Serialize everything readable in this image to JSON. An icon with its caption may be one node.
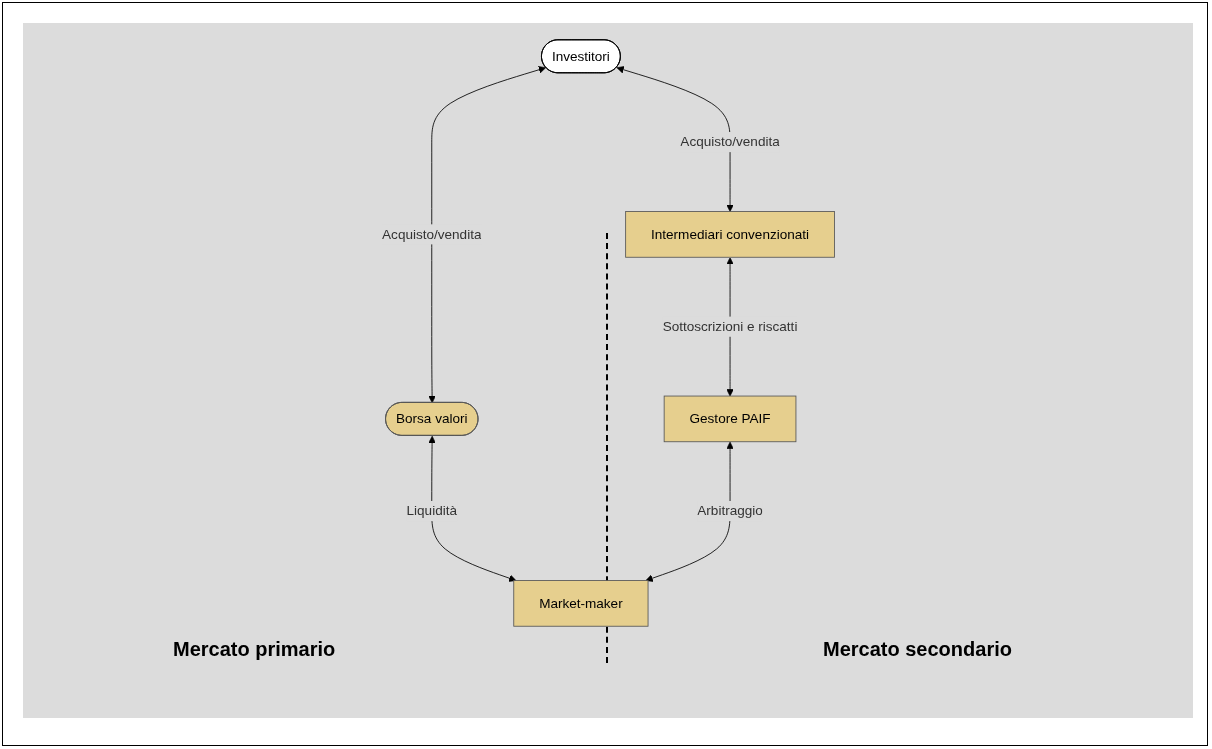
{
  "diagram": {
    "nodes": [
      {
        "text": [
          "Investitori"
        ]
      },
      {
        "text": [
          "Intermediari convenzionati"
        ]
      },
      {
        "text": [
          "Borsa valori"
        ]
      },
      {
        "text": [
          "Gestore PAIF"
        ]
      },
      {
        "text": [
          "Market-maker"
        ]
      }
    ],
    "edges": [
      {
        "from": 0,
        "to": 1,
        "arrow": "both",
        "label": "Acquisto/vendita"
      },
      {
        "from": 0,
        "to": 2,
        "arrow": "both",
        "label": "Acquisto/vendita"
      },
      {
        "from": 1,
        "to": 3,
        "arrow": "both",
        "label": "Sottoscrizioni e riscatti"
      },
      {
        "from": 2,
        "to": 4,
        "arrow": "both",
        "label": "Liquidità"
      },
      {
        "from": 3,
        "to": 4,
        "arrow": "both",
        "label": "Arbitraggio"
      }
    ],
    "labels": [
      "Mercato primario",
      "Mercato secondario"
    ]
  }
}
